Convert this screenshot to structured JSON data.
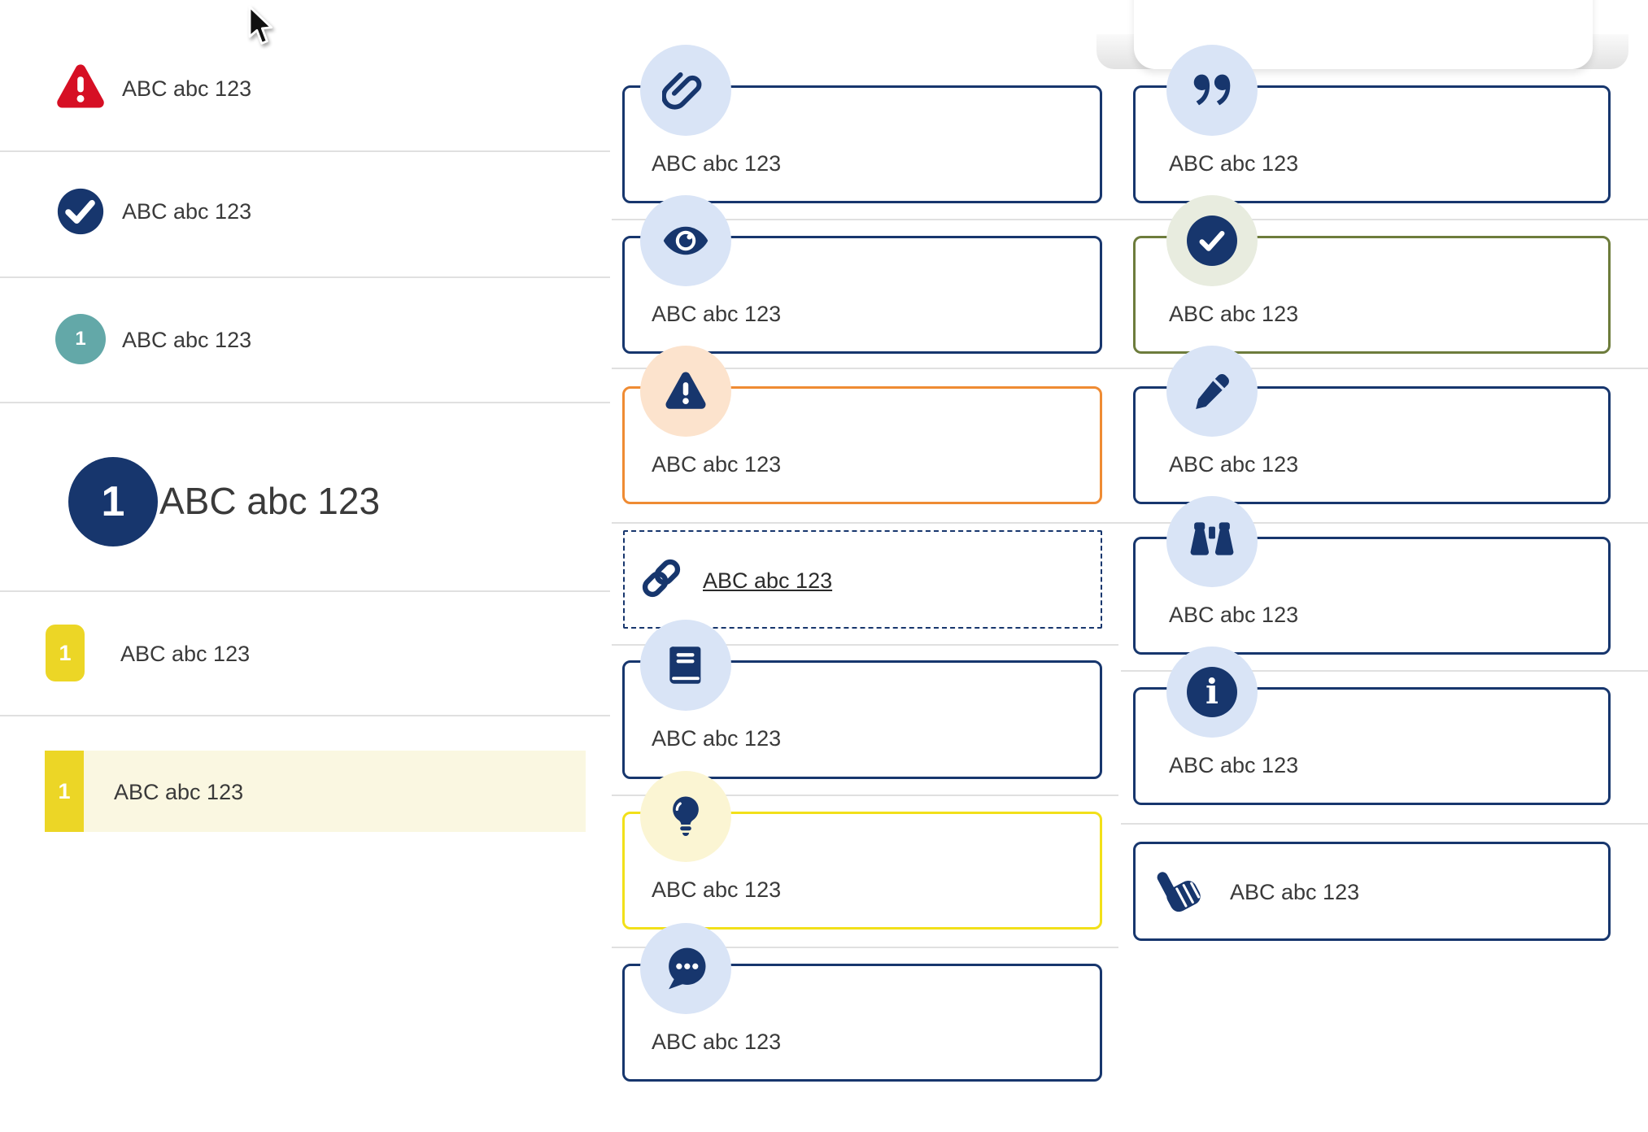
{
  "colors": {
    "navy": "#17366d",
    "pale_blue": "#d9e4f6",
    "red": "#d60f24",
    "teal": "#63a8a8",
    "yellow": "#ecd626",
    "yellow_border": "#f2e019",
    "pale_yellow": "#fbf5d3",
    "highlight": "#faf7e1",
    "orange": "#ef8b33",
    "pale_orange": "#fce3cd",
    "olive": "#6d7c3c",
    "pale_green": "#e8ecdf",
    "divider": "#e0e0e0",
    "text": "#3a3a3a"
  },
  "left_list": {
    "items": [
      {
        "icon": "alert-triangle",
        "label": "ABC abc 123"
      },
      {
        "icon": "check-circle",
        "label": "ABC abc 123"
      },
      {
        "icon": "number-circle-teal",
        "number": "1",
        "label": "ABC abc 123"
      },
      {
        "icon": "number-circle-navy-large",
        "number": "1",
        "label": "ABC abc 123"
      },
      {
        "icon": "number-square-yellow",
        "number": "1",
        "label": "ABC abc 123"
      },
      {
        "icon": "number-square-yellow",
        "number": "1",
        "label": "ABC abc 123",
        "state": "highlighted"
      }
    ]
  },
  "middle_callouts": {
    "items": [
      {
        "icon": "paperclip",
        "variant": "navy",
        "label": "ABC abc 123"
      },
      {
        "icon": "eye",
        "variant": "navy",
        "label": "ABC abc 123"
      },
      {
        "icon": "warning",
        "variant": "orange",
        "label": "ABC abc 123"
      },
      {
        "icon": "link",
        "variant": "dashed-link",
        "label": "ABC abc 123"
      },
      {
        "icon": "book",
        "variant": "navy",
        "label": "ABC abc 123"
      },
      {
        "icon": "lightbulb",
        "variant": "yellow",
        "label": "ABC abc 123"
      },
      {
        "icon": "chat",
        "variant": "navy",
        "label": "ABC abc 123"
      }
    ]
  },
  "right_callouts": {
    "items": [
      {
        "icon": "quote",
        "variant": "navy",
        "label": "ABC abc 123"
      },
      {
        "icon": "check",
        "variant": "olive",
        "label": "ABC abc 123"
      },
      {
        "icon": "pencil",
        "variant": "navy",
        "label": "ABC abc 123"
      },
      {
        "icon": "binoculars",
        "variant": "navy",
        "label": "ABC abc 123"
      },
      {
        "icon": "info",
        "variant": "navy",
        "label": "ABC abc 123"
      },
      {
        "icon": "hand-point-up",
        "variant": "navy-inline",
        "label": "ABC abc 123"
      }
    ]
  },
  "misc": {
    "cursor": "arrow-pointer"
  }
}
